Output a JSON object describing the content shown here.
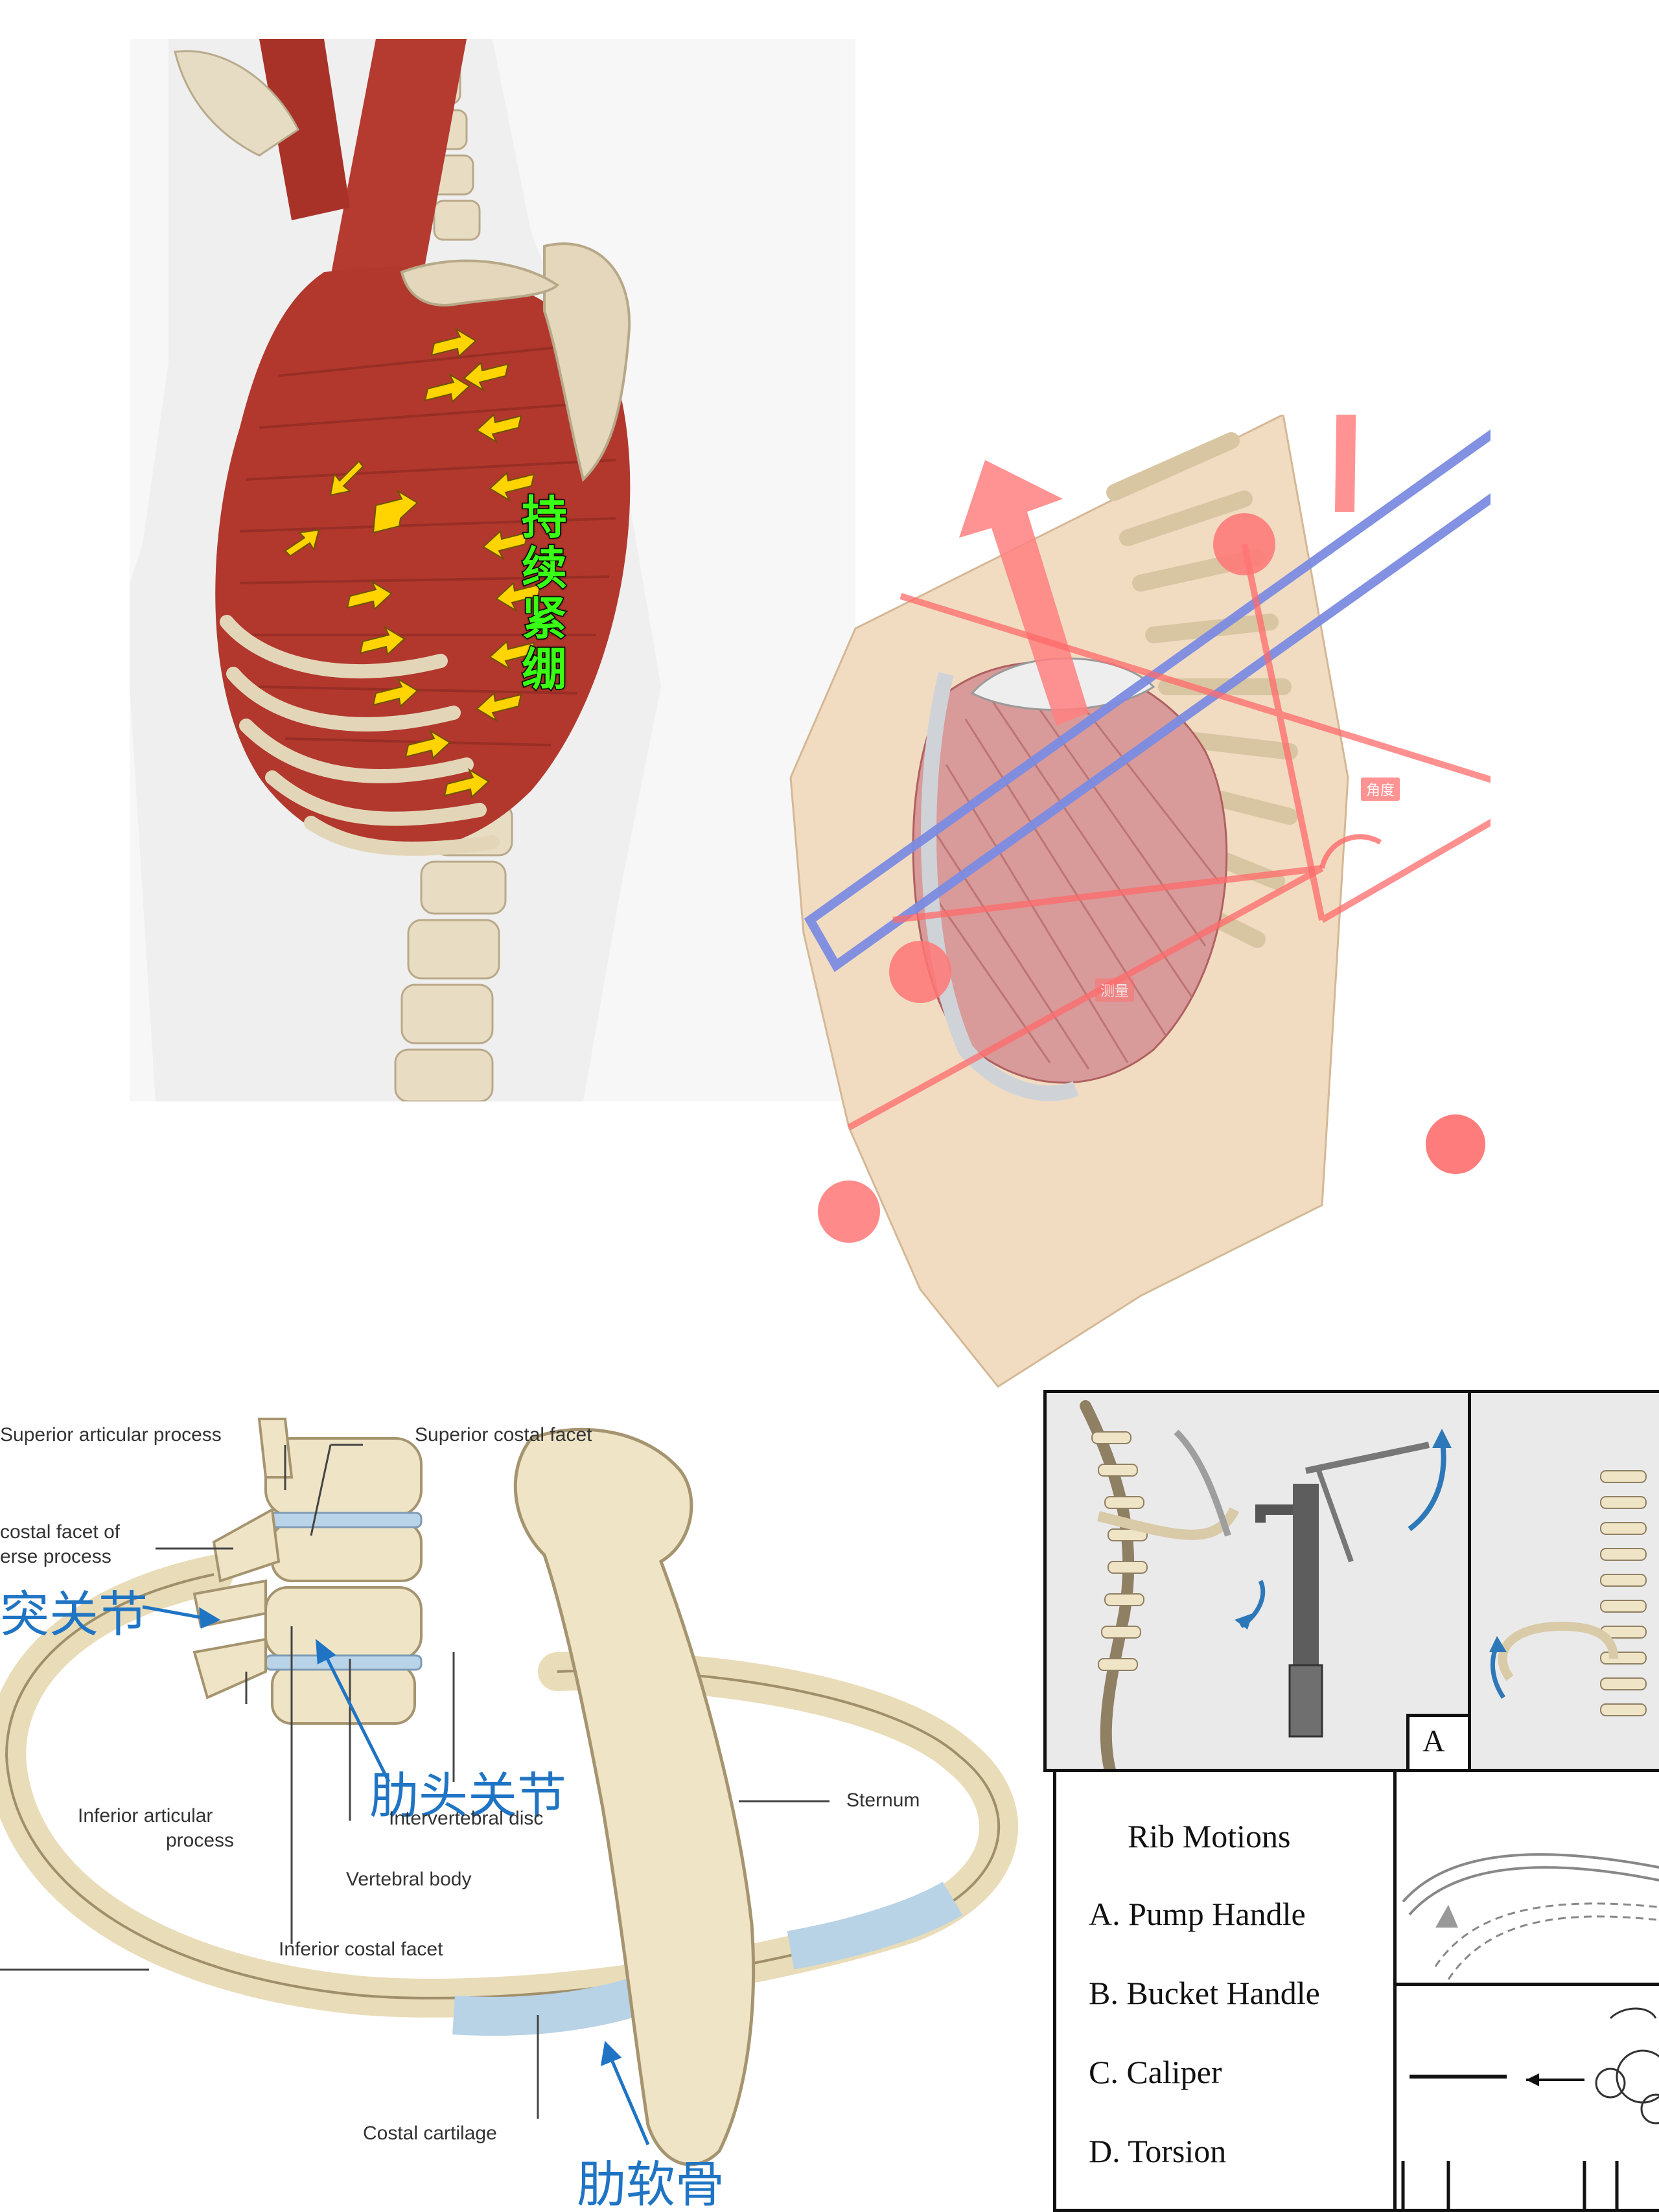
{
  "panel_serratus": {
    "label": "持续紧绷"
  },
  "panel_overlay": {
    "angle_tag": "角度",
    "measure_tag": "测量"
  },
  "panel_rib": {
    "labels_en": {
      "superior_articular_process": "Superior articular process",
      "superior_costal_facet": "Superior costal facet",
      "costal_facet_of": "costal facet of",
      "transverse_process": "erse process",
      "inferior_articular_process_1": "Inferior articular",
      "inferior_articular_process_2": "process",
      "intervertebral_disc": "Intervertebral disc",
      "vertebral_body": "Vertebral body",
      "inferior_costal_facet": "Inferior costal facet",
      "sternum": "Sternum",
      "costal_cartilage": "Costal cartilage"
    },
    "labels_cn": {
      "costotransverse_joint": "突关节",
      "costovertebral_joint": "肋头关节",
      "costal_cartilage": "肋软骨"
    }
  },
  "panel_motions": {
    "title": "Rib Motions",
    "items": [
      "A. Pump Handle",
      "B. Bucket Handle",
      "C. Caliper",
      "D. Torsion"
    ],
    "box_letter": "A"
  }
}
